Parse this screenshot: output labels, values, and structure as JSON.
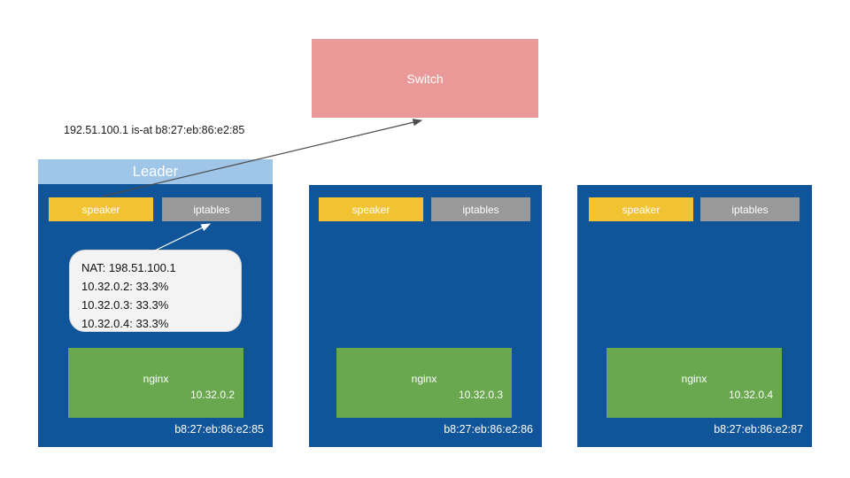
{
  "switch": {
    "label": "Switch"
  },
  "annotation": {
    "text": "192.51.100.1 is-at b8:27:eb:86:e2:85"
  },
  "nodes": [
    {
      "header_label": "Leader",
      "speaker_label": "speaker",
      "iptables_label": "iptables",
      "callout": {
        "lines": [
          "NAT: 198.51.100.1",
          "10.32.0.2: 33.3%",
          "10.32.0.3: 33.3%",
          "10.32.0.4: 33.3%"
        ]
      },
      "nginx": {
        "label": "nginx",
        "ip": "10.32.0.2"
      },
      "mac": "b8:27:eb:86:e2:85"
    },
    {
      "speaker_label": "speaker",
      "iptables_label": "iptables",
      "nginx": {
        "label": "nginx",
        "ip": "10.32.0.3"
      },
      "mac": "b8:27:eb:86:e2:86"
    },
    {
      "speaker_label": "speaker",
      "iptables_label": "iptables",
      "nginx": {
        "label": "nginx",
        "ip": "10.32.0.4"
      },
      "mac": "b8:27:eb:86:e2:87"
    }
  ],
  "arrows": [
    {
      "name": "arp-announce-arrow",
      "from": "leader-speaker",
      "to": "switch"
    },
    {
      "name": "nat-callout-arrow",
      "from": "nat-callout",
      "to": "leader-iptables"
    }
  ],
  "colors": {
    "switch_bg": "#ea9999",
    "node_bg": "#10549a",
    "leader_header_bg": "#9fc5e8",
    "speaker_bg": "#f1c232",
    "iptables_bg": "#999999",
    "nginx_bg": "#6aa84f",
    "callout_bg": "#f3f3f3",
    "arrow_dark": "#4d4d4d",
    "arrow_light": "#ffffff"
  }
}
